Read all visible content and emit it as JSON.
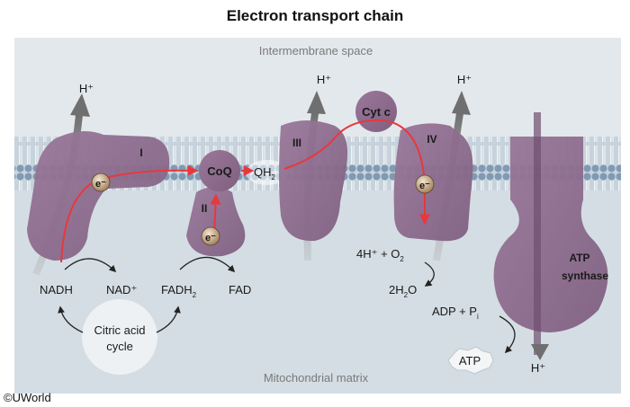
{
  "title": "Electron transport chain",
  "regions": {
    "intermembrane": "Intermembrane space",
    "matrix": "Mitochondrial matrix"
  },
  "complexes": {
    "c1": "I",
    "c2": "II",
    "c3": "III",
    "c4": "IV",
    "coq": "CoQ",
    "qh2": "QH",
    "qh2_sub": "2",
    "cytc": "Cyt c",
    "atp_synthase_line1": "ATP",
    "atp_synthase_line2": "synthase"
  },
  "electron": "e⁻",
  "proton": "H⁺",
  "molecules": {
    "nadh": "NADH",
    "nad": "NAD⁺",
    "fadh2": "FADH",
    "fadh2_sub": "2",
    "fad": "FAD",
    "citric_line1": "Citric acid",
    "citric_line2": "cycle",
    "o2_prefix": "4H⁺ + O",
    "o2_sub": "2",
    "h2o_pre": "2H",
    "h2o_sub": "2",
    "h2o_post": "O",
    "adp": "ADP + P",
    "adp_sub": "i",
    "atp": "ATP"
  },
  "credit": "©UWorld",
  "colors": {
    "protein": "#8e6a8e",
    "membrane": "#a9bccb",
    "matrix": "#d4dde3",
    "ims": "#e3e8ec",
    "electron_path": "#e8383d",
    "arrow": "#7b7b7b"
  }
}
